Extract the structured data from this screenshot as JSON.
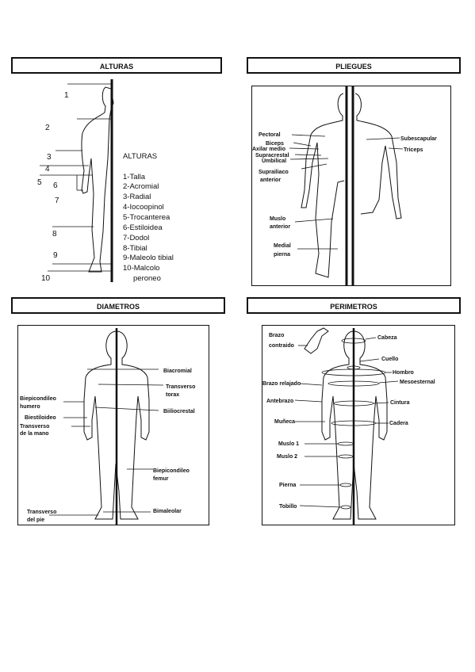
{
  "alturas": {
    "header": "ALTURAS",
    "numbers": [
      "1",
      "2",
      "3",
      "4",
      "5",
      "6",
      "7",
      "8",
      "9",
      "10"
    ],
    "list_title": "ALTURAS",
    "list": [
      "1-Talla",
      "2-Acromial",
      "3-Radial",
      "4-Iocoopinol",
      "5-Trocanterea",
      "6-Estiloidea",
      "7-Dodol",
      "8-Tibial",
      "9-Maleolo tibial",
      "10-Malcolo",
      "peroneo"
    ]
  },
  "pliegues": {
    "header": "PLIEGUES",
    "labels": [
      "Pectoral",
      "Biceps",
      "Axilar medio",
      "Supracrestal",
      "Umbilical",
      "Suprailiaco",
      "anterior",
      "Muslo",
      "anterior",
      "Medial",
      "pierna",
      "Subescapular",
      "Triceps"
    ]
  },
  "diametros": {
    "header": "DIAMETROS",
    "labels": [
      "Biacromial",
      "Transverso",
      "torax",
      "Biiliocrestal",
      "Biepicondileo",
      "humero",
      "Biestiloideo",
      "Transverso",
      "de la mano",
      "Biepicondileo",
      "femur",
      "Bimaleolar",
      "Transverso",
      "del pie"
    ]
  },
  "perimetros": {
    "header": "PERIMETROS",
    "labels": [
      "Brazo",
      "contraido",
      "Cabeza",
      "Cuello",
      "Hombro",
      "Brazo relajado",
      "Mesoesternal",
      "Antebrazo",
      "Cintura",
      "Muñeca",
      "Cadera",
      "Muslo 1",
      "Muslo 2",
      "Pierna",
      "Tobillo"
    ]
  }
}
